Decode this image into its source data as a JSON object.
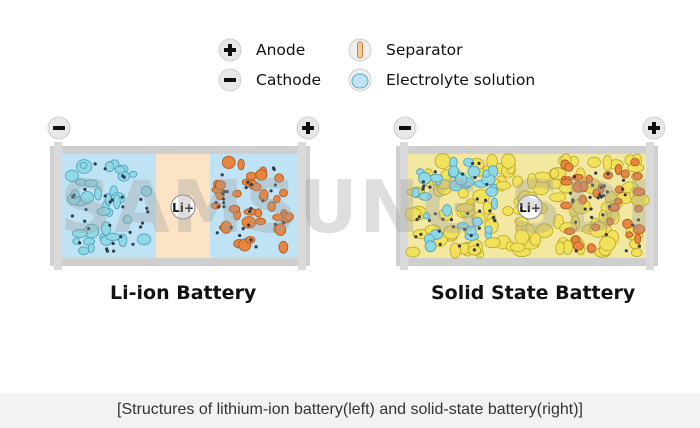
{
  "legend": {
    "anode": "Anode",
    "cathode": "Cathode",
    "separator": "Separator",
    "electrolyte": "Electrolyte solution"
  },
  "batteries": {
    "left_title": "Li-ion Battery",
    "right_title": "Solid State Battery",
    "ion_label": "Li+"
  },
  "caption": "[Structures of lithium-ion battery(left) and solid-state battery(right)]",
  "watermark": "SAMSUNG SDI",
  "colors": {
    "electrolyte": "#bfe3f5",
    "separator": "#fbe3c4",
    "anode_particle": "#8fd9e6",
    "cathode_particle": "#e8853e",
    "solid_particle": "#f2e15a",
    "frame": "#c4c4c4"
  }
}
